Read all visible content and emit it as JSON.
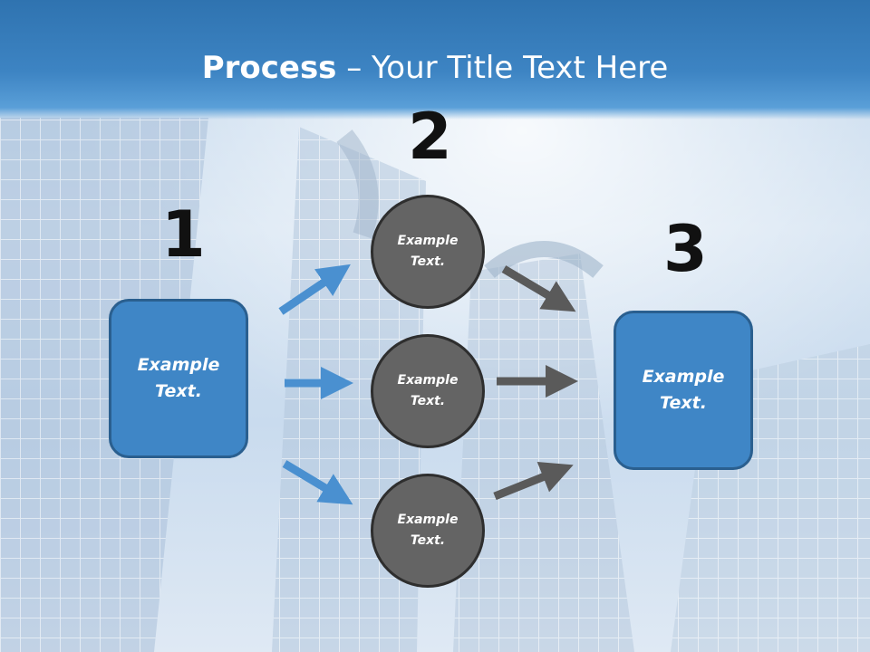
{
  "title": {
    "bold": "Process",
    "rest": " – Your Title Text Here"
  },
  "steps": [
    {
      "number": "1",
      "label": "Example\nText."
    },
    {
      "number": "2"
    },
    {
      "number": "3",
      "label": "Example\nText."
    }
  ],
  "circles": [
    {
      "label": "Example\nText."
    },
    {
      "label": "Example\nText."
    },
    {
      "label": "Example\nText."
    }
  ],
  "colors": {
    "header": "#3d84c3",
    "box_fill": "#3f86c6",
    "box_border": "#2a5f8f",
    "circle_fill": "#646464",
    "blue_arrow": "#4a90d0",
    "gray_arrow": "#5a5a5a"
  }
}
